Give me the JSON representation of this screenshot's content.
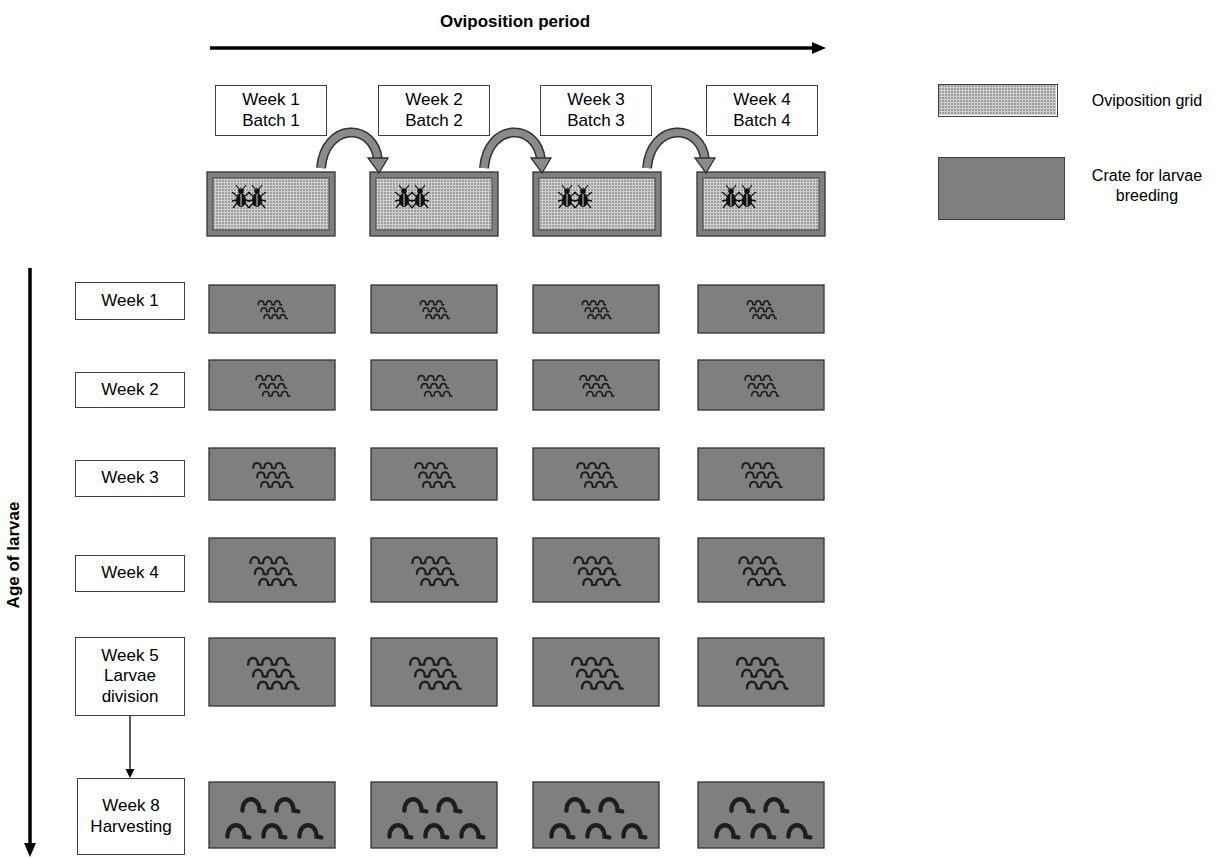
{
  "diagram": {
    "nodes": [
      {
        "text": [
          "Week 1 Batch 1"
        ]
      },
      {
        "text": [
          "Week 2 Batch 2"
        ]
      },
      {
        "text": [
          "Week 3 Batch 3"
        ]
      },
      {
        "text": [
          "Week 4 Batch 4"
        ]
      },
      {
        "text": [
          "Week 1"
        ]
      },
      {
        "text": [
          "Week 2"
        ]
      },
      {
        "text": [
          "Week 3"
        ]
      },
      {
        "text": [
          "Week 4"
        ]
      },
      {
        "text": [
          "Week 5 Larvae division"
        ]
      },
      {
        "text": [
          "Week 8 Harvesting"
        ]
      }
    ],
    "edges": [
      {
        "from": 8,
        "to": 9,
        "arrow": "to"
      }
    ],
    "labels": [
      "Oviposition period",
      "Age of larvae"
    ],
    "legend": [
      {
        "text": "Oviposition grid"
      },
      {
        "text": "Crate for larvae breeding",
        "color": "#7f7f7f"
      }
    ]
  }
}
